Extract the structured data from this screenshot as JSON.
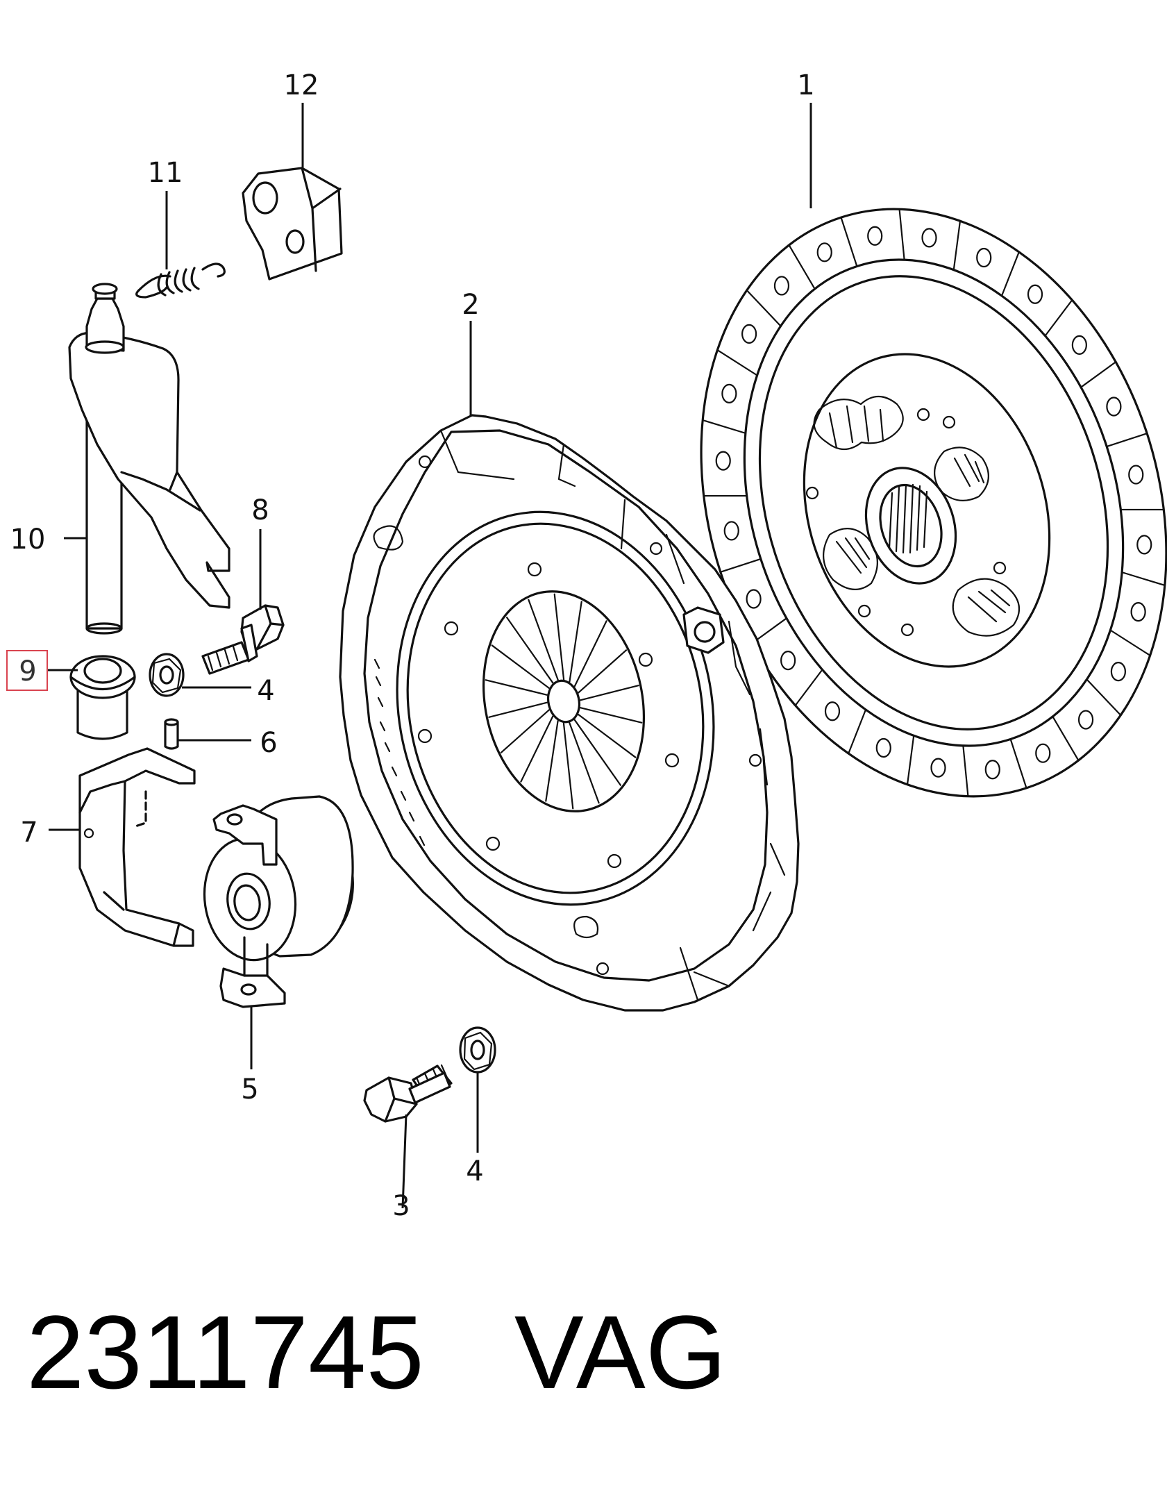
{
  "diagram": {
    "callouts": [
      {
        "id": "1",
        "text": "1"
      },
      {
        "id": "2",
        "text": "2"
      },
      {
        "id": "3",
        "text": "3"
      },
      {
        "id": "4a",
        "text": "4"
      },
      {
        "id": "4b",
        "text": "4"
      },
      {
        "id": "5",
        "text": "5"
      },
      {
        "id": "6",
        "text": "6"
      },
      {
        "id": "7",
        "text": "7"
      },
      {
        "id": "8",
        "text": "8"
      },
      {
        "id": "9",
        "text": "9",
        "highlighted": true
      },
      {
        "id": "10",
        "text": "10"
      },
      {
        "id": "11",
        "text": "11"
      },
      {
        "id": "12",
        "text": "12"
      }
    ],
    "highlight_color": "#d9434f"
  },
  "footer": {
    "part_number": "2311745",
    "brand": "VAG"
  }
}
